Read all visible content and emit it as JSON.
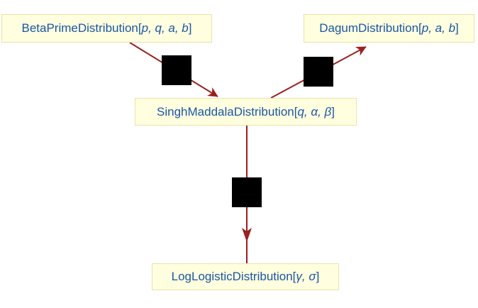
{
  "diagram": {
    "type": "distribution-relationship-graph",
    "nodes": [
      {
        "id": "beta-prime",
        "label_prefix": "BetaPrimeDistribution[",
        "params": "p, q, a, b",
        "label_suffix": "]"
      },
      {
        "id": "dagum",
        "label_prefix": "DagumDistribution[",
        "params": "p, a, b",
        "label_suffix": "]"
      },
      {
        "id": "singh-maddala",
        "label_prefix": "SinghMaddalaDistribution[",
        "params": "q, α, β",
        "label_suffix": "]"
      },
      {
        "id": "log-logistic",
        "label_prefix": "LogLogisticDistribution[",
        "params": "γ, σ",
        "label_suffix": "]"
      }
    ],
    "edges": [
      {
        "from": "beta-prime",
        "to": "singh-maddala"
      },
      {
        "from": "singh-maddala",
        "to": "dagum"
      },
      {
        "from": "singh-maddala",
        "to": "log-logistic"
      }
    ],
    "colors": {
      "background": "#ffffff",
      "node_fill": "#fffede",
      "node_border": "#e9e3ab",
      "label_text": "#1a56a8",
      "arrow": "#9b1f1f",
      "edge_label_square": "#000000"
    }
  }
}
